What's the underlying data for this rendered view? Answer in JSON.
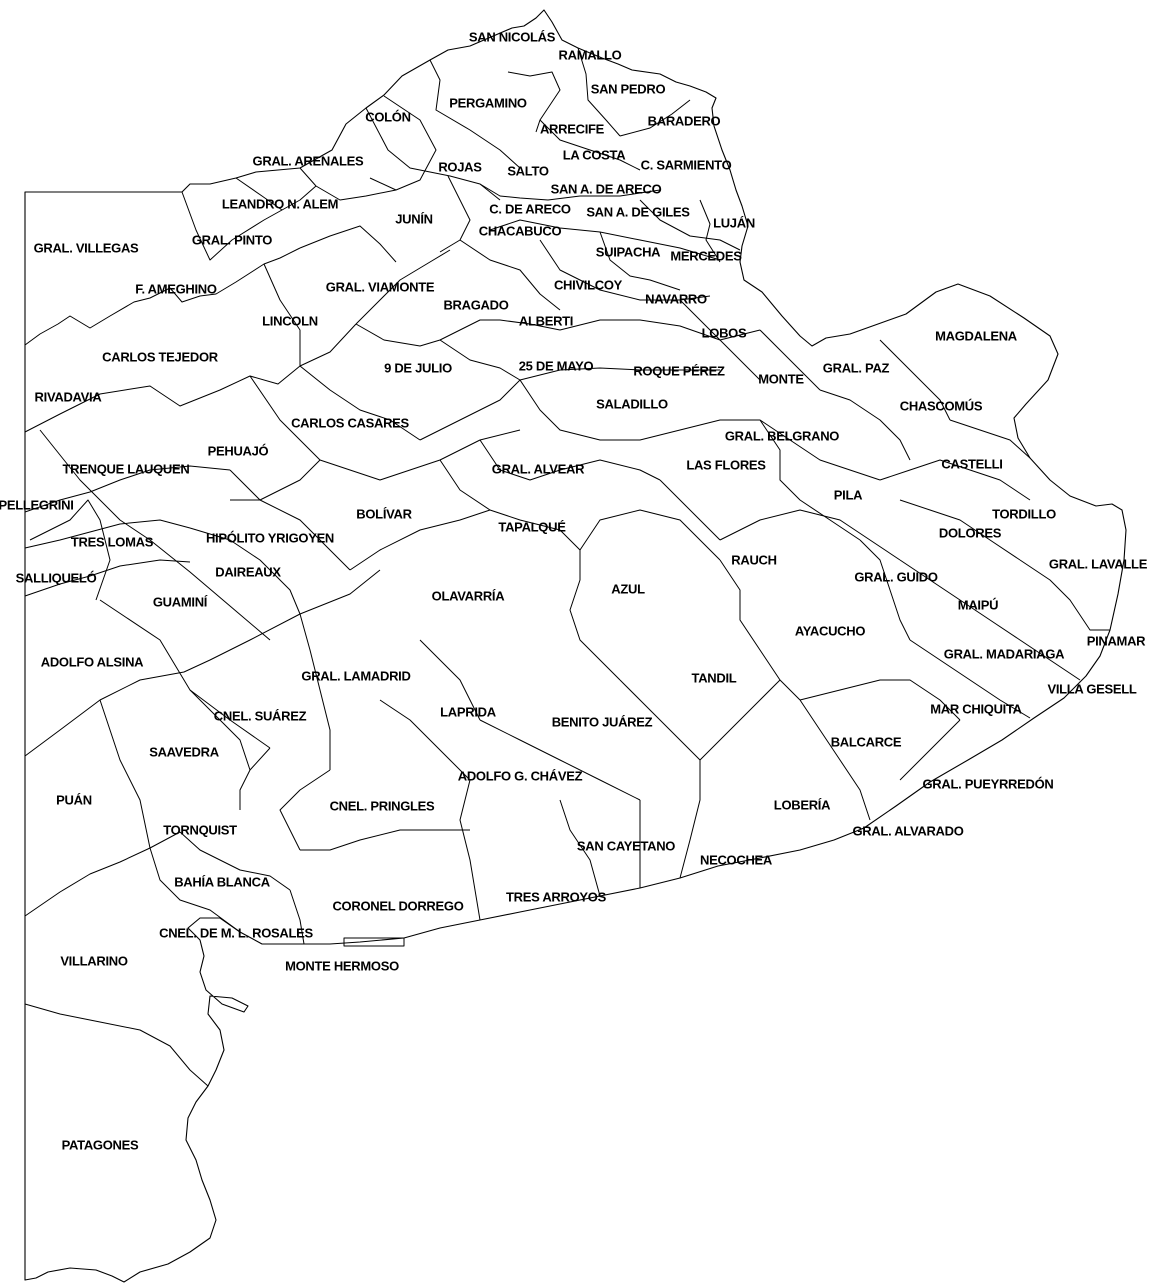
{
  "map": {
    "partidos": [
      {
        "id": "san-nicolas",
        "label": "SAN NICOLÁS"
      },
      {
        "id": "ramallo",
        "label": "RAMALLO"
      },
      {
        "id": "pergamino",
        "label": "PERGAMINO"
      },
      {
        "id": "san-pedro",
        "label": "SAN PEDRO"
      },
      {
        "id": "colon",
        "label": "COLÓN"
      },
      {
        "id": "baradero",
        "label": "BARADERO"
      },
      {
        "id": "arrecife",
        "label": "ARRECIFE"
      },
      {
        "id": "gral-arenales",
        "label": "GRAL. ARENALES"
      },
      {
        "id": "la-costa",
        "label": "LA COSTA"
      },
      {
        "id": "rojas",
        "label": "ROJAS"
      },
      {
        "id": "salto",
        "label": "SALTO"
      },
      {
        "id": "c-sarmiento",
        "label": "C. SARMIENTO"
      },
      {
        "id": "san-a-de-areco",
        "label": "SAN A. DE ARECO"
      },
      {
        "id": "leandro-n-alem",
        "label": "LEANDRO N. ALEM"
      },
      {
        "id": "c-de-areco",
        "label": "C. DE ARECO"
      },
      {
        "id": "san-a-de-giles",
        "label": "SAN A. DE GILES"
      },
      {
        "id": "junin",
        "label": "JUNÍN"
      },
      {
        "id": "lujan",
        "label": "LUJÁN"
      },
      {
        "id": "chacabuco",
        "label": "CHACABUCO"
      },
      {
        "id": "gral-villegas",
        "label": "GRAL. VILLEGAS"
      },
      {
        "id": "gral-pinto",
        "label": "GRAL. PINTO"
      },
      {
        "id": "suipacha",
        "label": "SUIPACHA"
      },
      {
        "id": "mercedes",
        "label": "MERCEDES"
      },
      {
        "id": "chivilcoy",
        "label": "CHIVILCOY"
      },
      {
        "id": "gral-viamonte",
        "label": "GRAL. VIAMONTE"
      },
      {
        "id": "f-ameghino",
        "label": "F. AMEGHINO"
      },
      {
        "id": "bragado",
        "label": "BRAGADO"
      },
      {
        "id": "navarro",
        "label": "NAVARRO"
      },
      {
        "id": "lincoln",
        "label": "LINCOLN"
      },
      {
        "id": "alberti",
        "label": "ALBERTI"
      },
      {
        "id": "lobos",
        "label": "LOBOS"
      },
      {
        "id": "magdalena",
        "label": "MAGDALENA"
      },
      {
        "id": "carlos-tejedor",
        "label": "CARLOS TEJEDOR"
      },
      {
        "id": "9-de-julio",
        "label": "9 DE JULIO"
      },
      {
        "id": "25-de-mayo",
        "label": "25 DE MAYO"
      },
      {
        "id": "roque-perez",
        "label": "ROQUE PÉREZ"
      },
      {
        "id": "gral-paz",
        "label": "GRAL. PAZ"
      },
      {
        "id": "monte",
        "label": "MONTE"
      },
      {
        "id": "rivadavia",
        "label": "RIVADAVIA"
      },
      {
        "id": "saladillo",
        "label": "SALADILLO"
      },
      {
        "id": "chascomus",
        "label": "CHASCOMÚS"
      },
      {
        "id": "carlos-casares",
        "label": "CARLOS CASARES"
      },
      {
        "id": "gral-belgrano",
        "label": "GRAL. BELGRANO"
      },
      {
        "id": "pehuajo",
        "label": "PEHUAJÓ"
      },
      {
        "id": "castelli",
        "label": "CASTELLI"
      },
      {
        "id": "trenque-lauquen",
        "label": "TRENQUE LAUQUEN"
      },
      {
        "id": "gral-alvear",
        "label": "GRAL. ALVEAR"
      },
      {
        "id": "las-flores",
        "label": "LAS FLORES"
      },
      {
        "id": "pila",
        "label": "PILA"
      },
      {
        "id": "pellegrini",
        "label": "PELLEGRINI"
      },
      {
        "id": "bolivar",
        "label": "BOLÍVAR"
      },
      {
        "id": "tordillo",
        "label": "TORDILLO"
      },
      {
        "id": "tapalque",
        "label": "TAPALQUÉ"
      },
      {
        "id": "dolores",
        "label": "DOLORES"
      },
      {
        "id": "hipolito-yrigoyen",
        "label": "HIPÓLITO YRIGOYEN"
      },
      {
        "id": "tres-lomas",
        "label": "TRES LOMAS"
      },
      {
        "id": "rauch",
        "label": "RAUCH"
      },
      {
        "id": "gral-lavalle",
        "label": "GRAL. LAVALLE"
      },
      {
        "id": "daireaux",
        "label": "DAIREAUX"
      },
      {
        "id": "gral-guido",
        "label": "GRAL. GUIDO"
      },
      {
        "id": "salliquelo",
        "label": "SALLIQUELÓ"
      },
      {
        "id": "azul",
        "label": "AZUL"
      },
      {
        "id": "olavarria",
        "label": "OLAVARRÍA"
      },
      {
        "id": "guamini",
        "label": "GUAMINÍ"
      },
      {
        "id": "maipu",
        "label": "MAIPÚ"
      },
      {
        "id": "ayacucho",
        "label": "AYACUCHO"
      },
      {
        "id": "pinamar",
        "label": "PINAMAR"
      },
      {
        "id": "gral-madariaga",
        "label": "GRAL. MADARIAGA"
      },
      {
        "id": "adolfo-alsina",
        "label": "ADOLFO ALSINA"
      },
      {
        "id": "tandil",
        "label": "TANDIL"
      },
      {
        "id": "gral-lamadrid",
        "label": "GRAL. LAMADRID"
      },
      {
        "id": "villa-gesell",
        "label": "VILLA GESELL"
      },
      {
        "id": "laprida",
        "label": "LAPRIDA"
      },
      {
        "id": "mar-chiquita",
        "label": "MAR CHIQUITA"
      },
      {
        "id": "cnel-suarez",
        "label": "CNEL. SUÁREZ"
      },
      {
        "id": "benito-juarez",
        "label": "BENITO JUÁREZ"
      },
      {
        "id": "balcarce",
        "label": "BALCARCE"
      },
      {
        "id": "saavedra",
        "label": "SAAVEDRA"
      },
      {
        "id": "adolfo-g-chavez",
        "label": "ADOLFO G. CHÁVEZ"
      },
      {
        "id": "gral-pueyrredon",
        "label": "GRAL. PUEYRREDÓN"
      },
      {
        "id": "puan",
        "label": "PUÁN"
      },
      {
        "id": "cnel-pringles",
        "label": "CNEL. PRINGLES"
      },
      {
        "id": "loberia",
        "label": "LOBERÍA"
      },
      {
        "id": "tornquist",
        "label": "TORNQUIST"
      },
      {
        "id": "gral-alvarado",
        "label": "GRAL. ALVARADO"
      },
      {
        "id": "san-cayetano",
        "label": "SAN CAYETANO"
      },
      {
        "id": "necochea",
        "label": "NECOCHEA"
      },
      {
        "id": "bahia-blanca",
        "label": "BAHÍA BLANCA"
      },
      {
        "id": "tres-arroyos",
        "label": "TRES ARROYOS"
      },
      {
        "id": "coronel-dorrego",
        "label": "CORONEL DORREGO"
      },
      {
        "id": "cnel-de-m-l-rosales",
        "label": "CNEL. DE M. L. ROSALES"
      },
      {
        "id": "villarino",
        "label": "VILLARINO"
      },
      {
        "id": "monte-hermoso",
        "label": "MONTE HERMOSO"
      },
      {
        "id": "patagones",
        "label": "PATAGONES"
      }
    ]
  }
}
